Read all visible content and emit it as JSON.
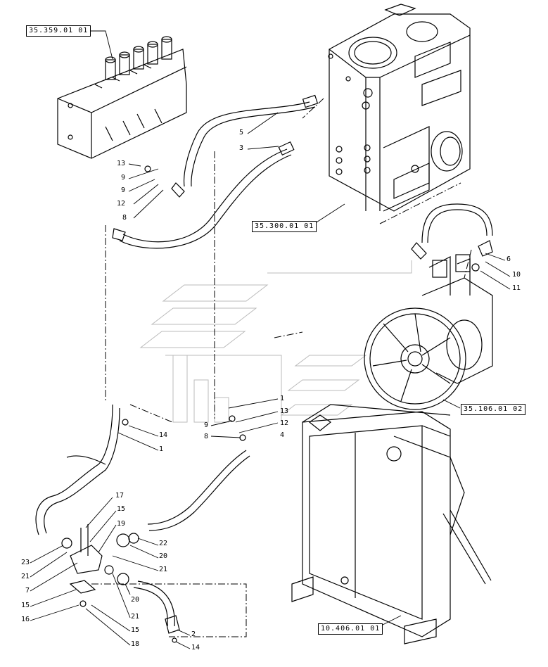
{
  "reference_boxes": [
    "35.359.01 01",
    "35.300.01 01",
    "35.106.01 02",
    "10.406.01 01"
  ],
  "callouts": [
    {
      "id": "c13",
      "text": "13"
    },
    {
      "id": "c9a",
      "text": "9"
    },
    {
      "id": "c9b",
      "text": "9"
    },
    {
      "id": "c12a",
      "text": "12"
    },
    {
      "id": "c8a",
      "text": "8"
    },
    {
      "id": "c5",
      "text": "5"
    },
    {
      "id": "c3",
      "text": "3"
    },
    {
      "id": "c6",
      "text": "6"
    },
    {
      "id": "c10",
      "text": "10"
    },
    {
      "id": "c11",
      "text": "11"
    },
    {
      "id": "c1a",
      "text": "1"
    },
    {
      "id": "c13b",
      "text": "13"
    },
    {
      "id": "c12b",
      "text": "12"
    },
    {
      "id": "c4",
      "text": "4"
    },
    {
      "id": "c9c",
      "text": "9"
    },
    {
      "id": "c8b",
      "text": "8"
    },
    {
      "id": "c14a",
      "text": "14"
    },
    {
      "id": "c1b",
      "text": "1"
    },
    {
      "id": "c17",
      "text": "17"
    },
    {
      "id": "c15a",
      "text": "15"
    },
    {
      "id": "c19",
      "text": "19"
    },
    {
      "id": "c22",
      "text": "22"
    },
    {
      "id": "c20a",
      "text": "20"
    },
    {
      "id": "c21a",
      "text": "21"
    },
    {
      "id": "c23",
      "text": "23"
    },
    {
      "id": "c21b",
      "text": "21"
    },
    {
      "id": "c7",
      "text": "7"
    },
    {
      "id": "c20b",
      "text": "20"
    },
    {
      "id": "c15b",
      "text": "15"
    },
    {
      "id": "c16",
      "text": "16"
    },
    {
      "id": "c21c",
      "text": "21"
    },
    {
      "id": "c15c",
      "text": "15"
    },
    {
      "id": "c18",
      "text": "18"
    },
    {
      "id": "c2",
      "text": "2"
    },
    {
      "id": "c14b",
      "text": "14"
    }
  ]
}
